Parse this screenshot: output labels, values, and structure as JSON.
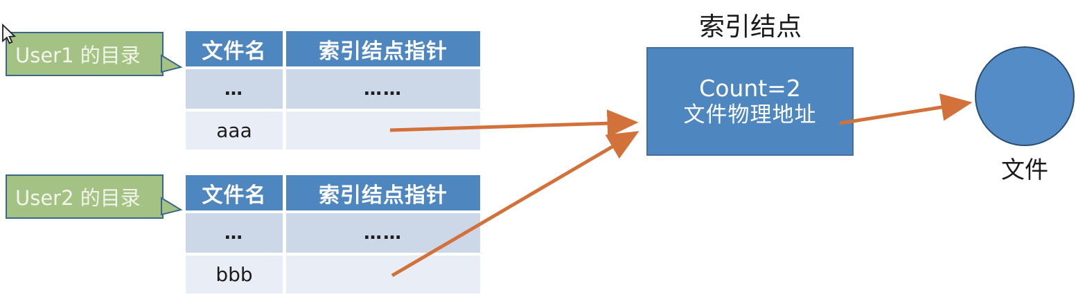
{
  "colors": {
    "canvas_bg": "#ffffff",
    "table_header_bg": "#4e86c0",
    "table_header_text": "#ffffff",
    "row_odd_bg": "#ccd8e8",
    "row_even_bg": "#e9eef6",
    "cell_text": "#1c1c1c",
    "bubble_bg": "#a4c283",
    "bubble_border": "#39678c",
    "bubble_text": "#f3f6ec",
    "node_box_bg": "#4e86c0",
    "node_box_border": "#41719c",
    "node_box_text": "#ffffff",
    "circle_bg": "#548cc7",
    "circle_border": "#2b4d6f",
    "arrow": "#d3713b",
    "title_text": "#1a1a1a"
  },
  "directories": [
    {
      "label": "User1 的目录",
      "table": {
        "headers": [
          "文件名",
          "索引结点指针"
        ],
        "rows": [
          [
            "…",
            "……"
          ],
          [
            "aaa",
            ""
          ]
        ]
      }
    },
    {
      "label": "User2 的目录",
      "table": {
        "headers": [
          "文件名",
          "索引结点指针"
        ],
        "rows": [
          [
            "…",
            "……"
          ],
          [
            "bbb",
            ""
          ]
        ]
      }
    }
  ],
  "index_node": {
    "title": "索引结点",
    "count_line": "Count=2",
    "address_line": "文件物理地址"
  },
  "file": {
    "label": "文件"
  },
  "arrows": [
    {
      "from": "user1-directory-row-aaa-pointer",
      "to": "index-node-box"
    },
    {
      "from": "user2-directory-row-bbb-pointer",
      "to": "index-node-box"
    },
    {
      "from": "index-node-box",
      "to": "file-circle"
    }
  ]
}
